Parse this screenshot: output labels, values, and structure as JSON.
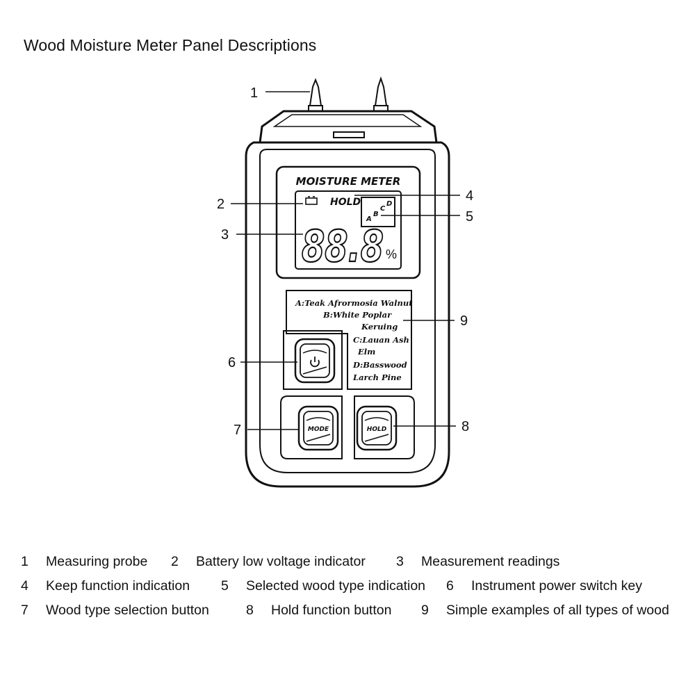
{
  "title": "Wood Moisture Meter Panel Descriptions",
  "device": {
    "lcd_banner": "MOISTURE METER",
    "hold_indicator": "HOLD",
    "reading": "88.8",
    "unit": "%",
    "wood_letters": [
      "A",
      "B",
      "C",
      "D"
    ],
    "mode_button": "MODE",
    "hold_button": "HOLD",
    "wood_types": [
      "A:Teak  Afrormosia  Walnut",
      "B:White Poplar",
      "Keruing",
      "C:Lauan Ash",
      "Elm",
      "D:Basswood",
      "Larch  Pine"
    ]
  },
  "callouts": [
    "1",
    "2",
    "3",
    "4",
    "5",
    "6",
    "7",
    "8",
    "9"
  ],
  "legend": [
    {
      "num": "1",
      "text": "Measuring probe"
    },
    {
      "num": "2",
      "text": "Battery low voltage indicator"
    },
    {
      "num": "3",
      "text": "Measurement readings"
    },
    {
      "num": "4",
      "text": "Keep function indication"
    },
    {
      "num": "5",
      "text": "Selected wood type indication"
    },
    {
      "num": "6",
      "text": "Instrument power switch key"
    },
    {
      "num": "7",
      "text": "Wood type selection button"
    },
    {
      "num": "8",
      "text": "Hold function button"
    },
    {
      "num": "9",
      "text": "Simple examples of all types of wood"
    }
  ]
}
